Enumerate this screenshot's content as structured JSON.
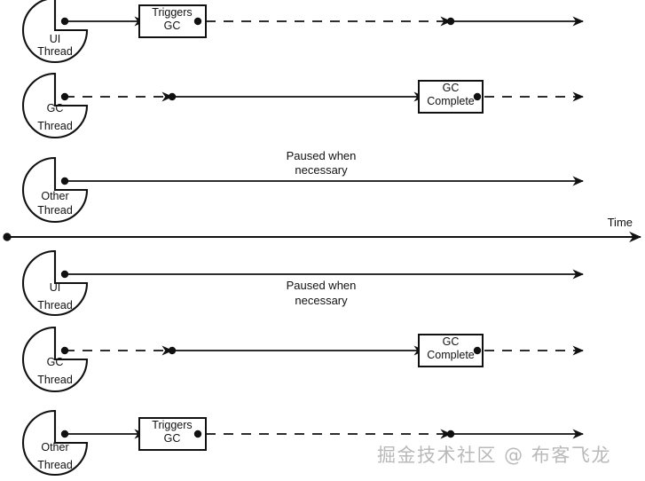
{
  "diagram": {
    "title_visible": false,
    "axis": {
      "label": "Time",
      "direction": "left-to-right"
    },
    "colors": {
      "ink": "#111111",
      "background": "#ffffff",
      "watermark": "#b9b9b9"
    },
    "sections": [
      {
        "id": "top",
        "name": "concurrent-gc-scenario-a",
        "rows": [
          {
            "id": "top-ui",
            "thread_label_line1": "UI",
            "thread_label_line2": "Thread",
            "box": {
              "line1": "Triggers",
              "line2": "GC"
            },
            "annotation": null
          },
          {
            "id": "top-gc",
            "thread_label_line1": "GC",
            "thread_label_line2": "Thread",
            "box": {
              "line1": "GC",
              "line2": "Complete"
            },
            "annotation": null
          },
          {
            "id": "top-other",
            "thread_label_line1": "Other",
            "thread_label_line2": "Thread",
            "box": null,
            "annotation": {
              "line1": "Paused when",
              "line2": "necessary",
              "position": "above"
            }
          }
        ]
      },
      {
        "id": "bottom",
        "name": "concurrent-gc-scenario-b",
        "rows": [
          {
            "id": "bottom-ui",
            "thread_label_line1": "UI",
            "thread_label_line2": "Thread",
            "box": null,
            "annotation": {
              "line1": "Paused when",
              "line2": "necessary",
              "position": "below"
            }
          },
          {
            "id": "bottom-gc",
            "thread_label_line1": "GC",
            "thread_label_line2": "Thread",
            "box": {
              "line1": "GC",
              "line2": "Complete"
            },
            "annotation": null
          },
          {
            "id": "bottom-other",
            "thread_label_line1": "Other",
            "thread_label_line2": "Thread",
            "box": {
              "line1": "Triggers",
              "line2": "GC"
            },
            "annotation": null
          }
        ]
      }
    ],
    "watermark": "掘金技术社区 @ 布客飞龙"
  }
}
